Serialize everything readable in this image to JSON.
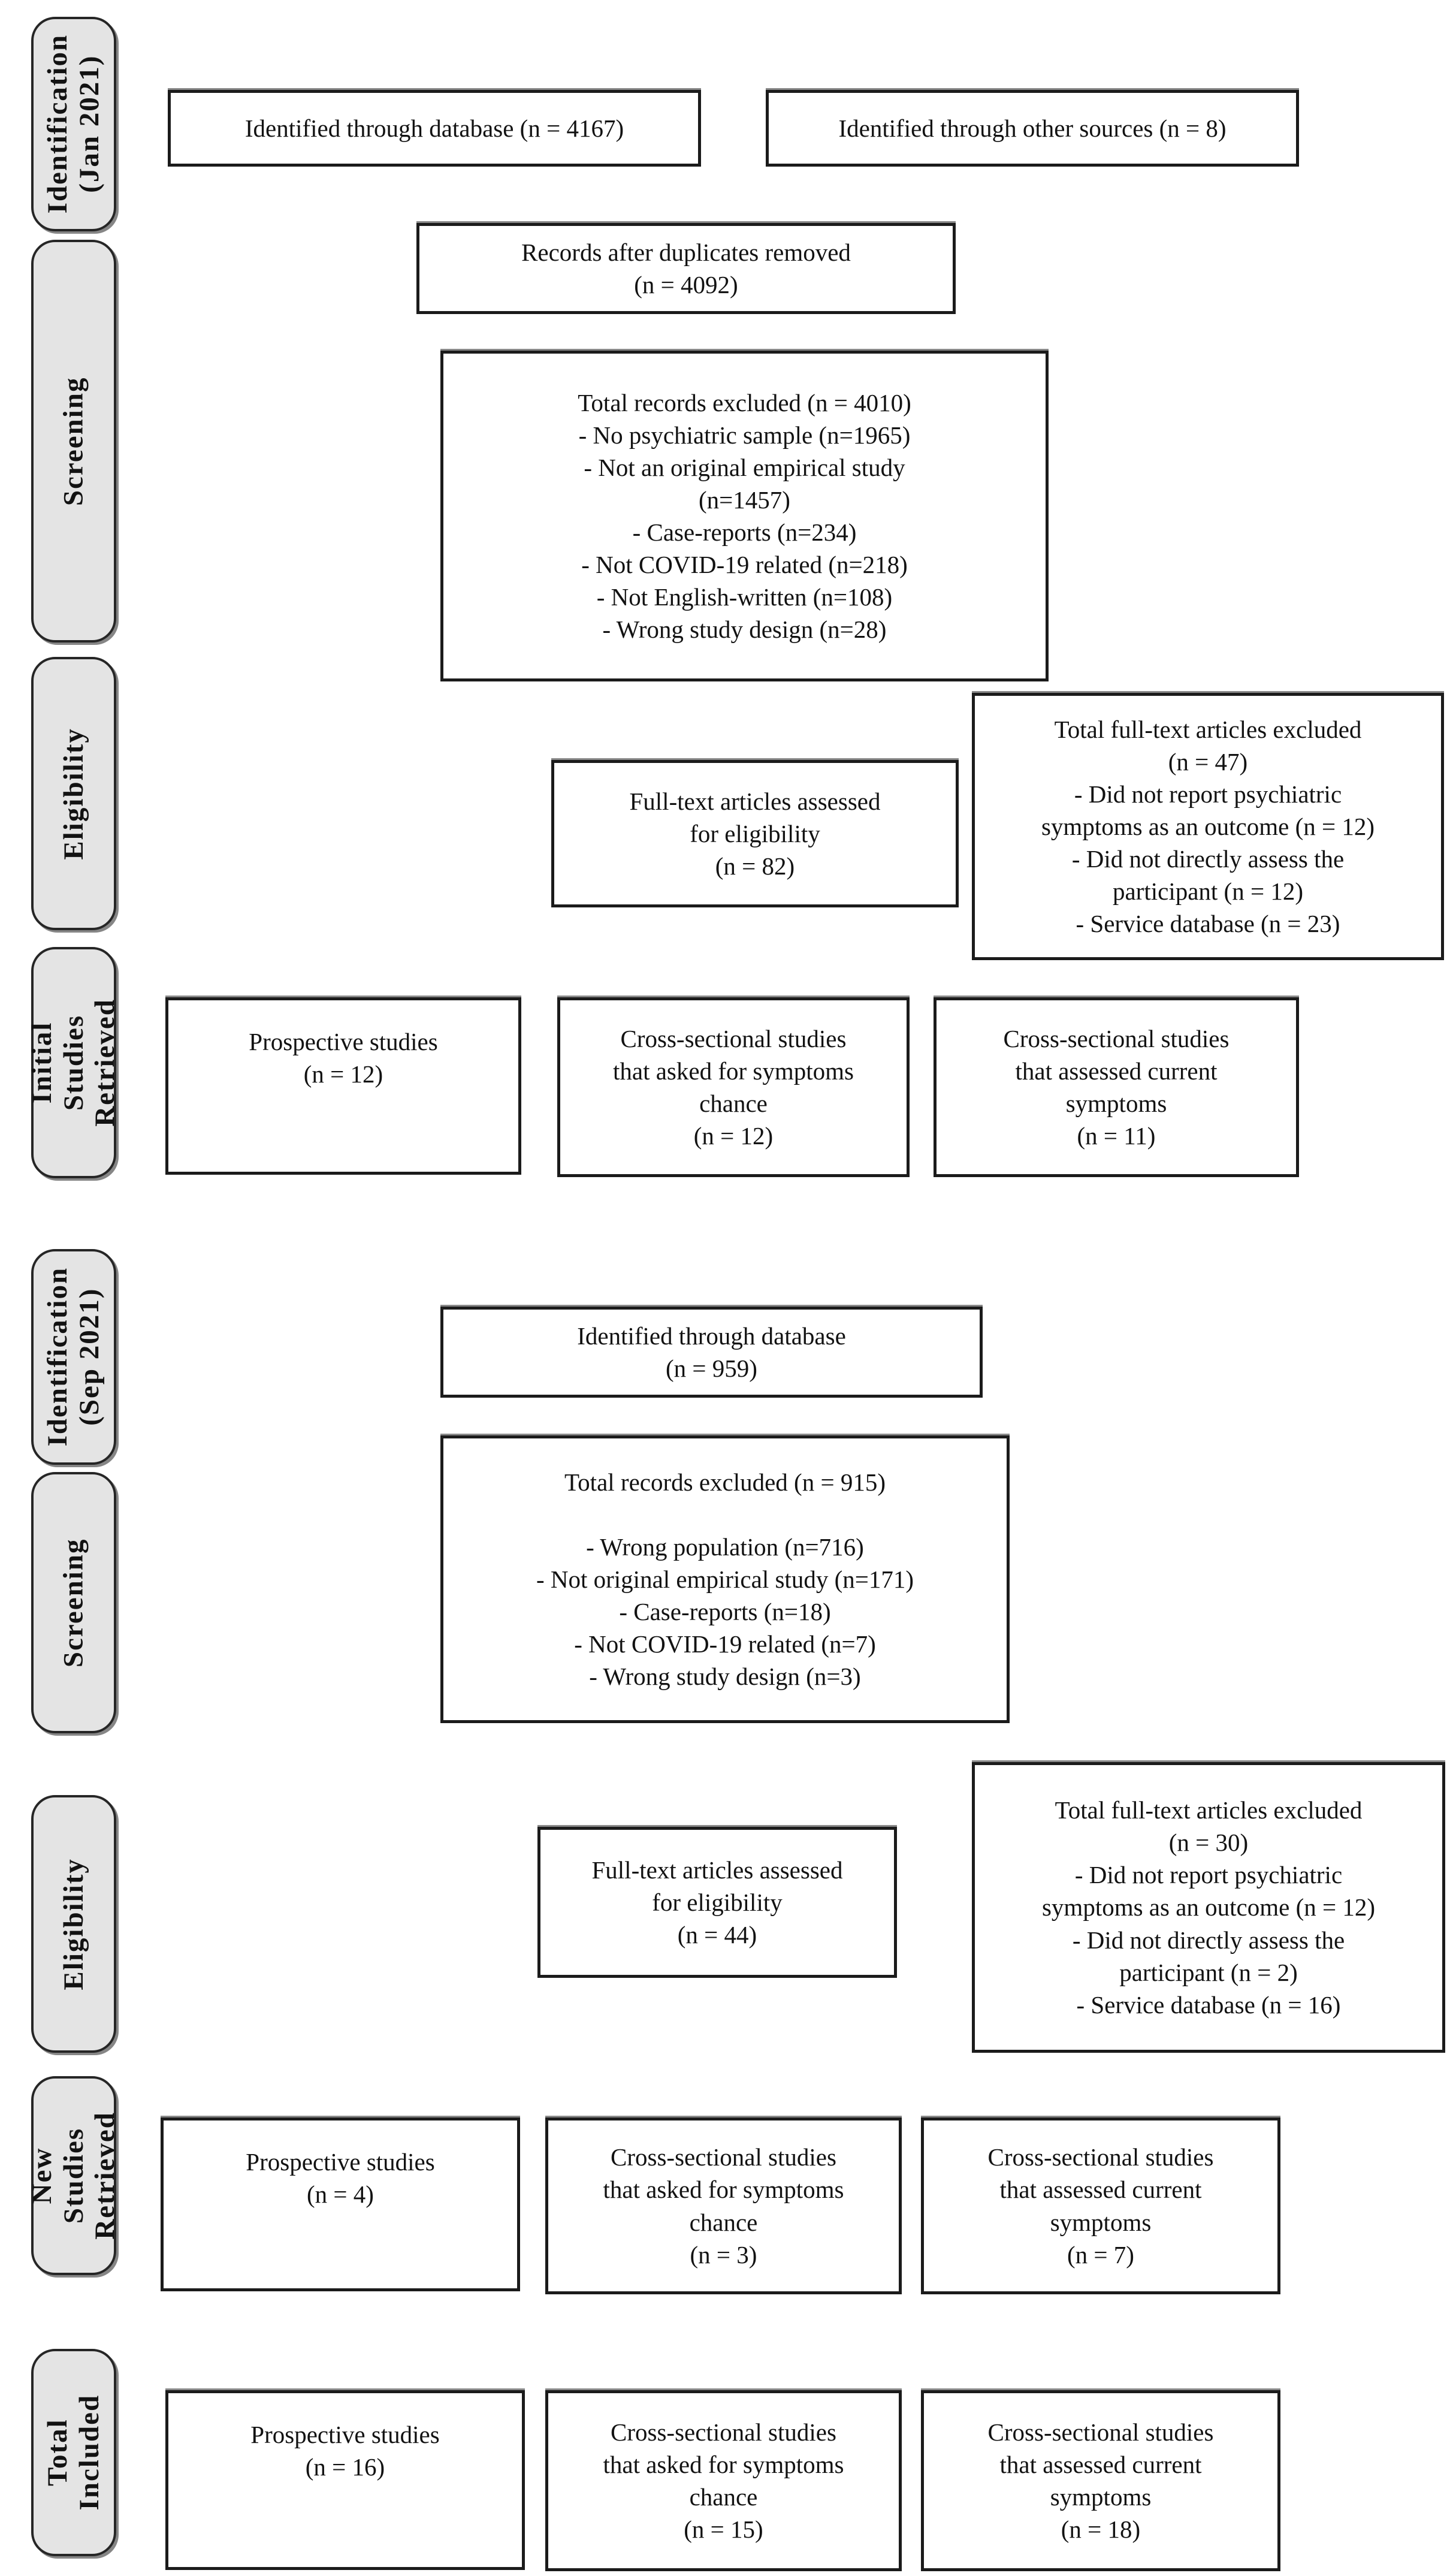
{
  "figure": {
    "background": "#ffffff",
    "box_border_color": "#1b1b1b",
    "stage_fill_color": "#e4e4e4"
  },
  "phase1": {
    "labels": {
      "identification": "Identification\n(Jan 2021)",
      "screening": "Screening",
      "eligibility": "Eligibility",
      "retrieved": "Initial Studies\nRetrieved"
    },
    "boxes": {
      "identified_database": "Identified through database (n = 4167)",
      "identified_other": "Identified through other sources (n = 8)",
      "duplicates_removed": "Records after duplicates removed\n(n = 4092)",
      "records_excluded": "Total records excluded (n = 4010)\n- No psychiatric sample (n=1965)\n- Not an original empirical study\n(n=1457)\n- Case-reports (n=234)\n- Not COVID-19 related (n=218)\n- Not English-written (n=108)\n- Wrong study design (n=28)",
      "fulltext_assessed": "Full-text articles assessed\nfor eligibility\n(n = 82)",
      "fulltext_excluded": "Total full-text articles excluded\n(n = 47)\n- Did not report psychiatric\nsymptoms as an outcome (n = 12)\n- Did not directly assess the\nparticipant (n = 12)\n- Service database (n = 23)",
      "prospective": "Prospective studies\n(n = 12)",
      "cross_sectional_asked": "Cross-sectional studies\nthat asked for symptoms\nchance\n(n = 12)",
      "cross_sectional_assessed": "Cross-sectional studies\nthat assessed current\nsymptoms\n(n = 11)"
    }
  },
  "phase2": {
    "labels": {
      "identification": "Identification\n(Sep 2021)",
      "screening": "Screening",
      "eligibility": "Eligibility",
      "retrieved": "New Studies\nRetrieved",
      "total_included": "Total\nIncluded"
    },
    "boxes": {
      "identified_database": "Identified through database\n(n = 959)",
      "records_excluded": "Total records excluded (n = 915)\n\n- Wrong population (n=716)\n- Not original empirical study (n=171)\n- Case-reports (n=18)\n- Not COVID-19 related (n=7)\n- Wrong study design (n=3)",
      "fulltext_assessed": "Full-text articles assessed\nfor eligibility\n(n = 44)",
      "fulltext_excluded": "Total full-text articles excluded\n(n = 30)\n- Did not report psychiatric\nsymptoms as an outcome (n = 12)\n- Did not directly assess the\nparticipant (n = 2)\n- Service database (n = 16)",
      "prospective": "Prospective studies\n(n = 4)",
      "cross_sectional_asked": "Cross-sectional studies\nthat asked for symptoms\nchance\n(n = 3)",
      "cross_sectional_assessed": "Cross-sectional studies\nthat assessed current\nsymptoms\n(n = 7)"
    }
  },
  "totals": {
    "prospective": "Prospective studies\n(n = 16)",
    "cross_sectional_asked": "Cross-sectional studies\nthat asked for symptoms\nchance\n(n = 15)",
    "cross_sectional_assessed": "Cross-sectional studies\nthat assessed current\nsymptoms\n(n = 18)"
  }
}
